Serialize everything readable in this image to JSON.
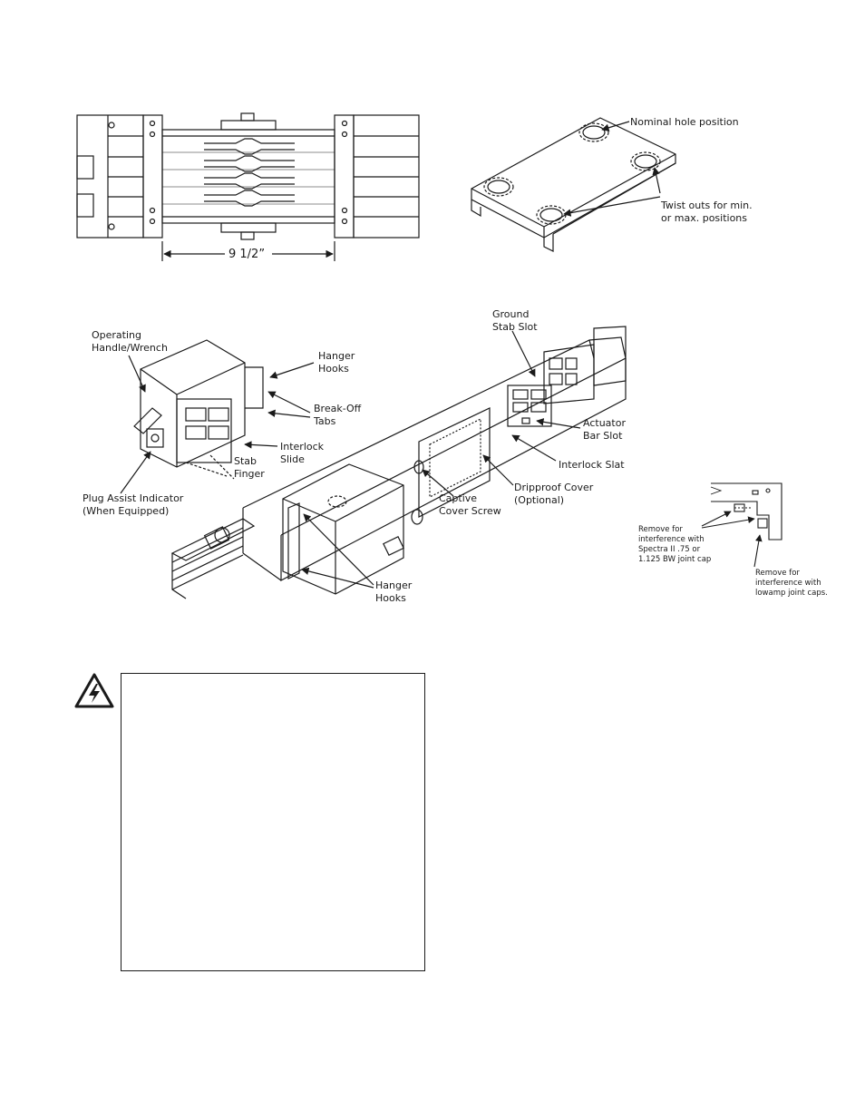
{
  "figure_top_left": {
    "dimension_label": "9 1/2”"
  },
  "figure_top_right": {
    "labels": {
      "nominal": "Nominal hole position",
      "twist_line1": "Twist outs for min.",
      "twist_line2": "or max. positions"
    }
  },
  "figure_main": {
    "labels": {
      "operating_1": "Operating",
      "operating_2": "Handle/Wrench",
      "hanger_top_1": "Hanger",
      "hanger_top_2": "Hooks",
      "breakoff_1": "Break-Off",
      "breakoff_2": "Tabs",
      "interlock_slide_1": "Interlock",
      "interlock_slide_2": "Slide",
      "stab_finger_1": "Stab",
      "stab_finger_2": "Finger",
      "plug_assist_1": "Plug Assist Indicator",
      "plug_assist_2": "(When Equipped)",
      "ground_stab_1": "Ground",
      "ground_stab_2": "Stab Slot",
      "actuator_1": "Actuator",
      "actuator_2": "Bar Slot",
      "interlock_slat": "Interlock Slat",
      "dripproof_1": "Dripproof Cover",
      "dripproof_2": "(Optional)",
      "captive_1": "Captive",
      "captive_2": "Cover Screw",
      "hanger_bottom_1": "Hanger",
      "hanger_bottom_2": "Hooks"
    }
  },
  "figure_side": {
    "labels": {
      "remove1_1": "Remove for",
      "remove1_2": "interference with",
      "remove1_3": "Spectra II .75 or",
      "remove1_4": "1.125 BW joint cap",
      "remove2_1": "Remove for",
      "remove2_2": "interference with",
      "remove2_3": "lowamp joint caps."
    }
  },
  "warning": {
    "icon": "electrical-hazard-icon"
  }
}
